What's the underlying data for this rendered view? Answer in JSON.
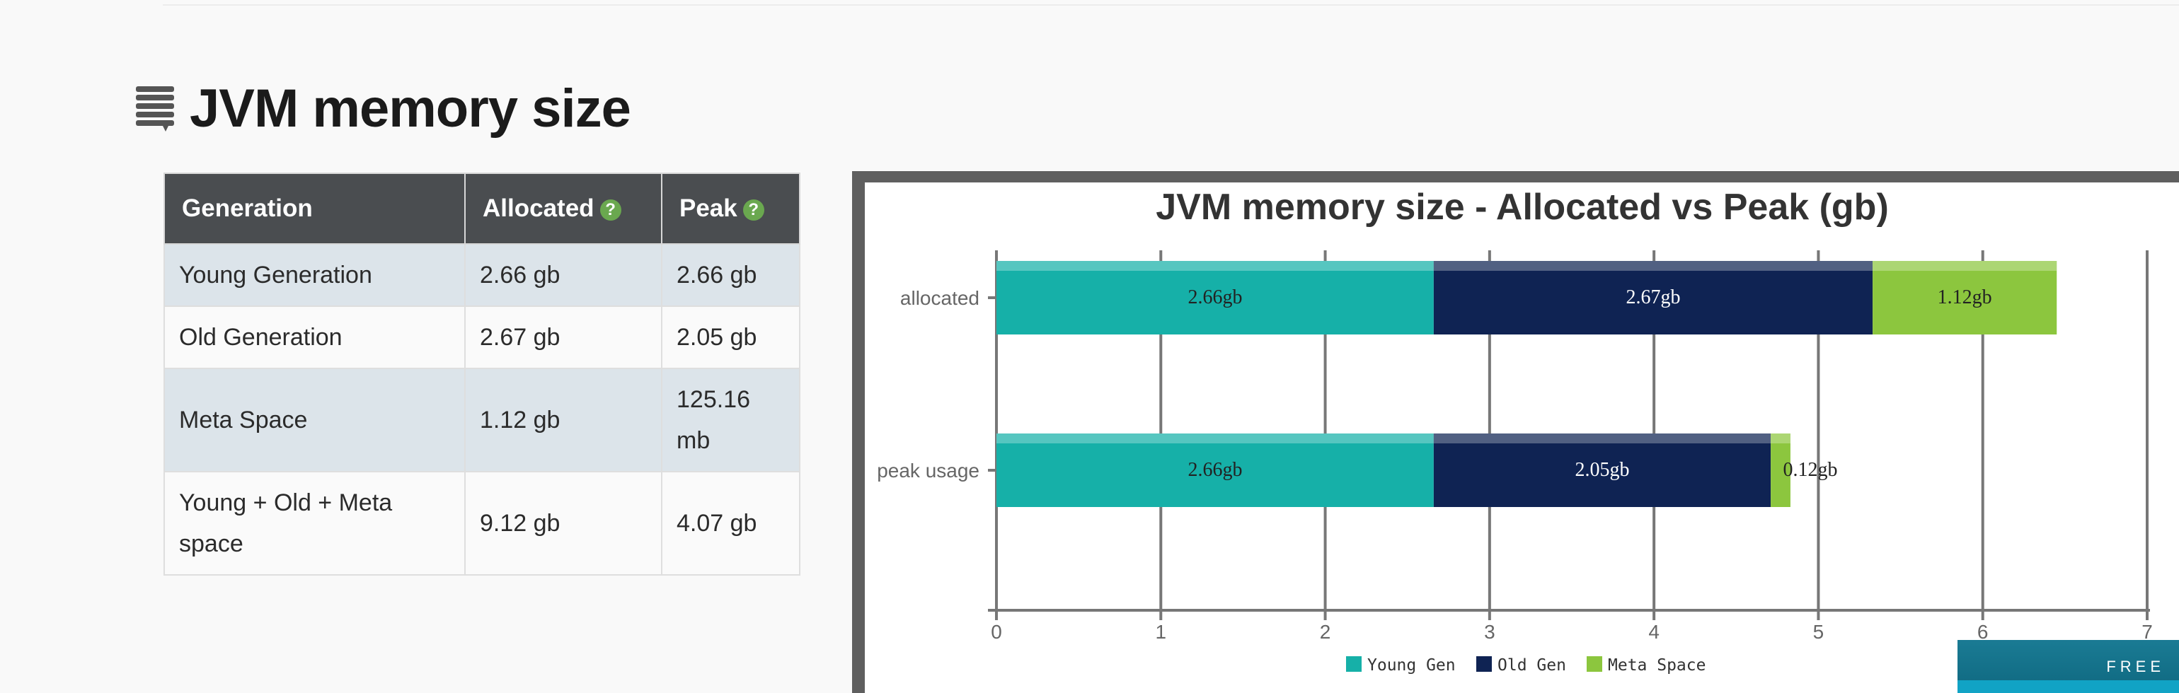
{
  "section": {
    "title": "JVM memory size"
  },
  "table": {
    "headers": {
      "generation": "Generation",
      "allocated": "Allocated",
      "peak": "Peak",
      "help_glyph": "?"
    },
    "rows": [
      {
        "generation": "Young Generation",
        "allocated": "2.66 gb",
        "peak": "2.66 gb"
      },
      {
        "generation": "Old Generation",
        "allocated": "2.67 gb",
        "peak": "2.05 gb"
      },
      {
        "generation": "Meta Space",
        "allocated": "1.12 gb",
        "peak": "125.16 mb"
      },
      {
        "generation": "Young + Old + Meta space",
        "allocated": "9.12 gb",
        "peak": "4.07 gb"
      }
    ]
  },
  "chart_data": {
    "type": "bar",
    "orientation": "horizontal",
    "stacked": true,
    "title": "JVM memory size - Allocated vs Peak (gb)",
    "categories": [
      "allocated",
      "peak usage"
    ],
    "series": [
      {
        "name": "Young Gen",
        "values": [
          2.66,
          2.66
        ],
        "labels": [
          "2.66gb",
          "2.66gb"
        ],
        "color": "#16b0a8"
      },
      {
        "name": "Old Gen",
        "values": [
          2.67,
          2.05
        ],
        "labels": [
          "2.67gb",
          "2.05gb"
        ],
        "color": "#0f2353"
      },
      {
        "name": "Meta Space",
        "values": [
          1.12,
          0.12
        ],
        "labels": [
          "1.12gb",
          "0.12gb"
        ],
        "color": "#8cc63e"
      }
    ],
    "xlim": [
      0,
      7
    ],
    "xticks": [
      0,
      1,
      2,
      3,
      4,
      5,
      6,
      7
    ],
    "grid": true,
    "legend": "bottom-center"
  },
  "banner": {
    "text": "FREE"
  }
}
